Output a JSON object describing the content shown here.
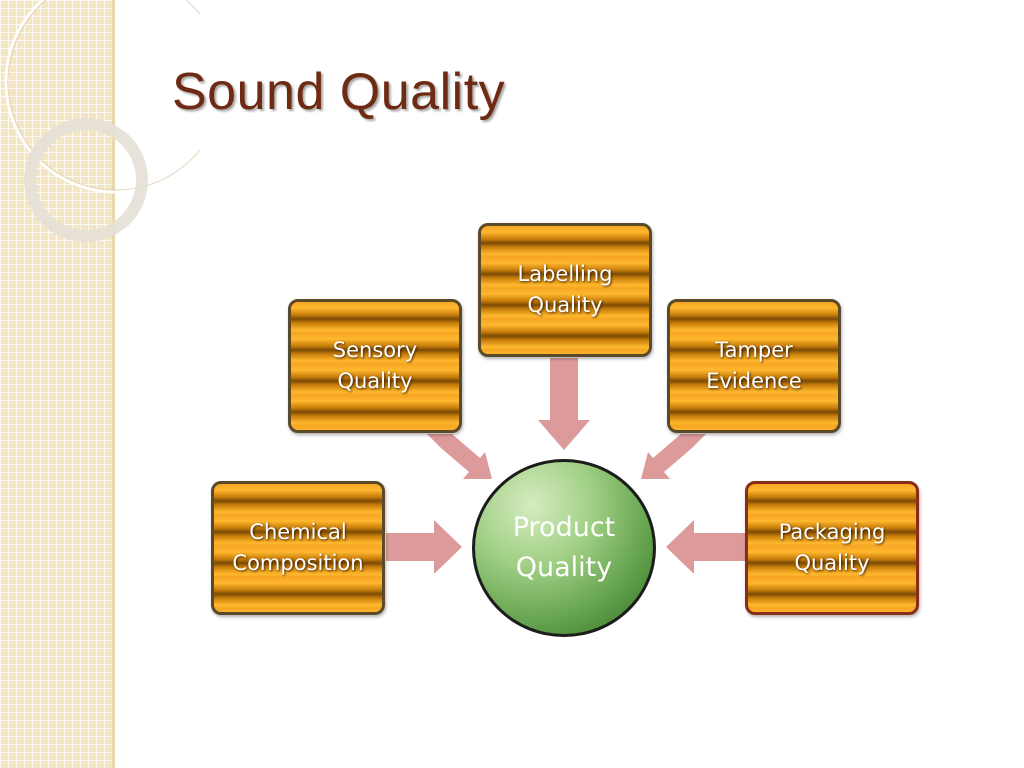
{
  "slide": {
    "title": "Sound Quality"
  },
  "diagram": {
    "center": {
      "label": "Product\nQuality",
      "color": "#5e9e48"
    },
    "nodes": {
      "labelling": "Labelling\nQuality",
      "sensory": "Sensory\nQuality",
      "tamper": "Tamper\nEvidence",
      "chemical": "Chemical\nComposition",
      "packaging": "Packaging\nQuality"
    },
    "colors": {
      "box_fill": "#f5a623",
      "arrow": "#dc9a9a",
      "title": "#6e2a12",
      "side_strip": "#f3e6c4"
    }
  }
}
